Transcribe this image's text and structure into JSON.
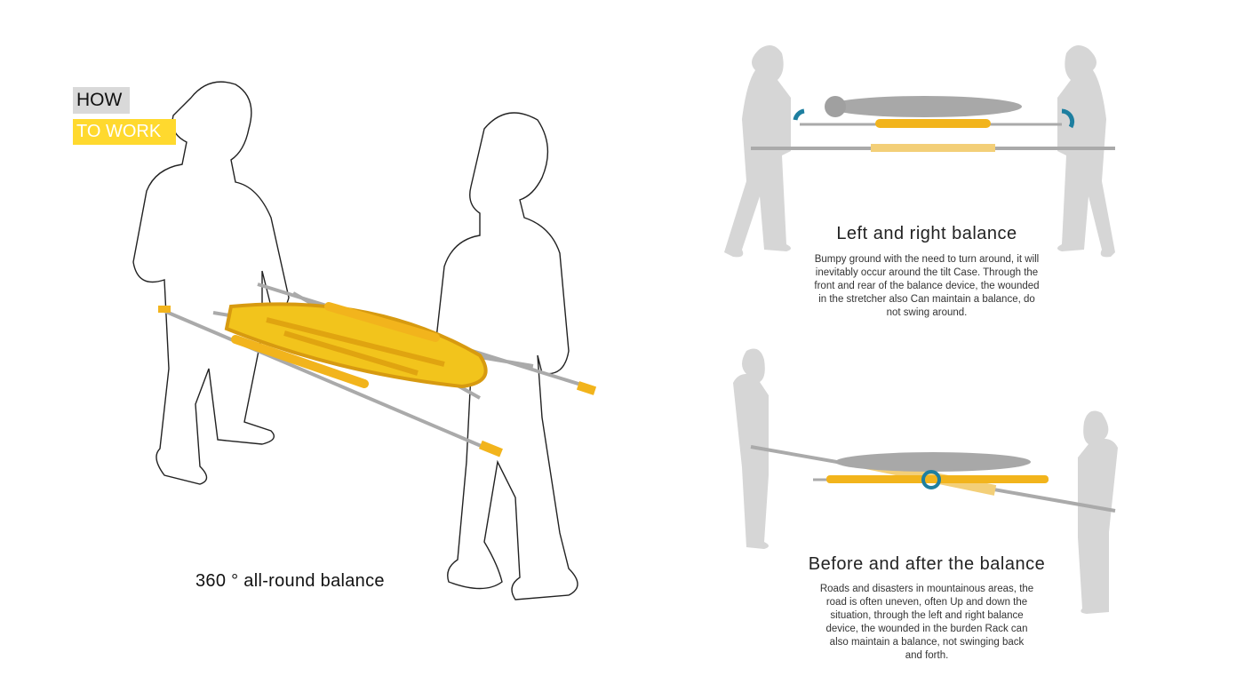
{
  "header": {
    "how": "HOW",
    "to_work": "TO WORK"
  },
  "main_caption": "360 ° all-round balance",
  "sections": [
    {
      "title": "Left and right balance",
      "body_lines": [
        "Bumpy ground with the need to turn around, it will",
        "inevitably occur around the tilt Case. Through the",
        "front and rear of the balance device, the wounded",
        "in the stretcher also Can maintain a balance, do",
        "not swing around."
      ]
    },
    {
      "title": "Before and after the balance",
      "body_lines": [
        "Roads and disasters in mountainous areas, the",
        "road is often uneven, often Up and down the",
        "situation, through the left and right balance",
        "device, the wounded in the burden Rack can",
        "also maintain a balance, not swinging back",
        "and forth."
      ]
    }
  ],
  "colors": {
    "accent": "#ffd92e",
    "stretcher": "#f2b41c",
    "silhouette": "#d6d6d6",
    "rotate_arrow": "#1e7fa0"
  }
}
